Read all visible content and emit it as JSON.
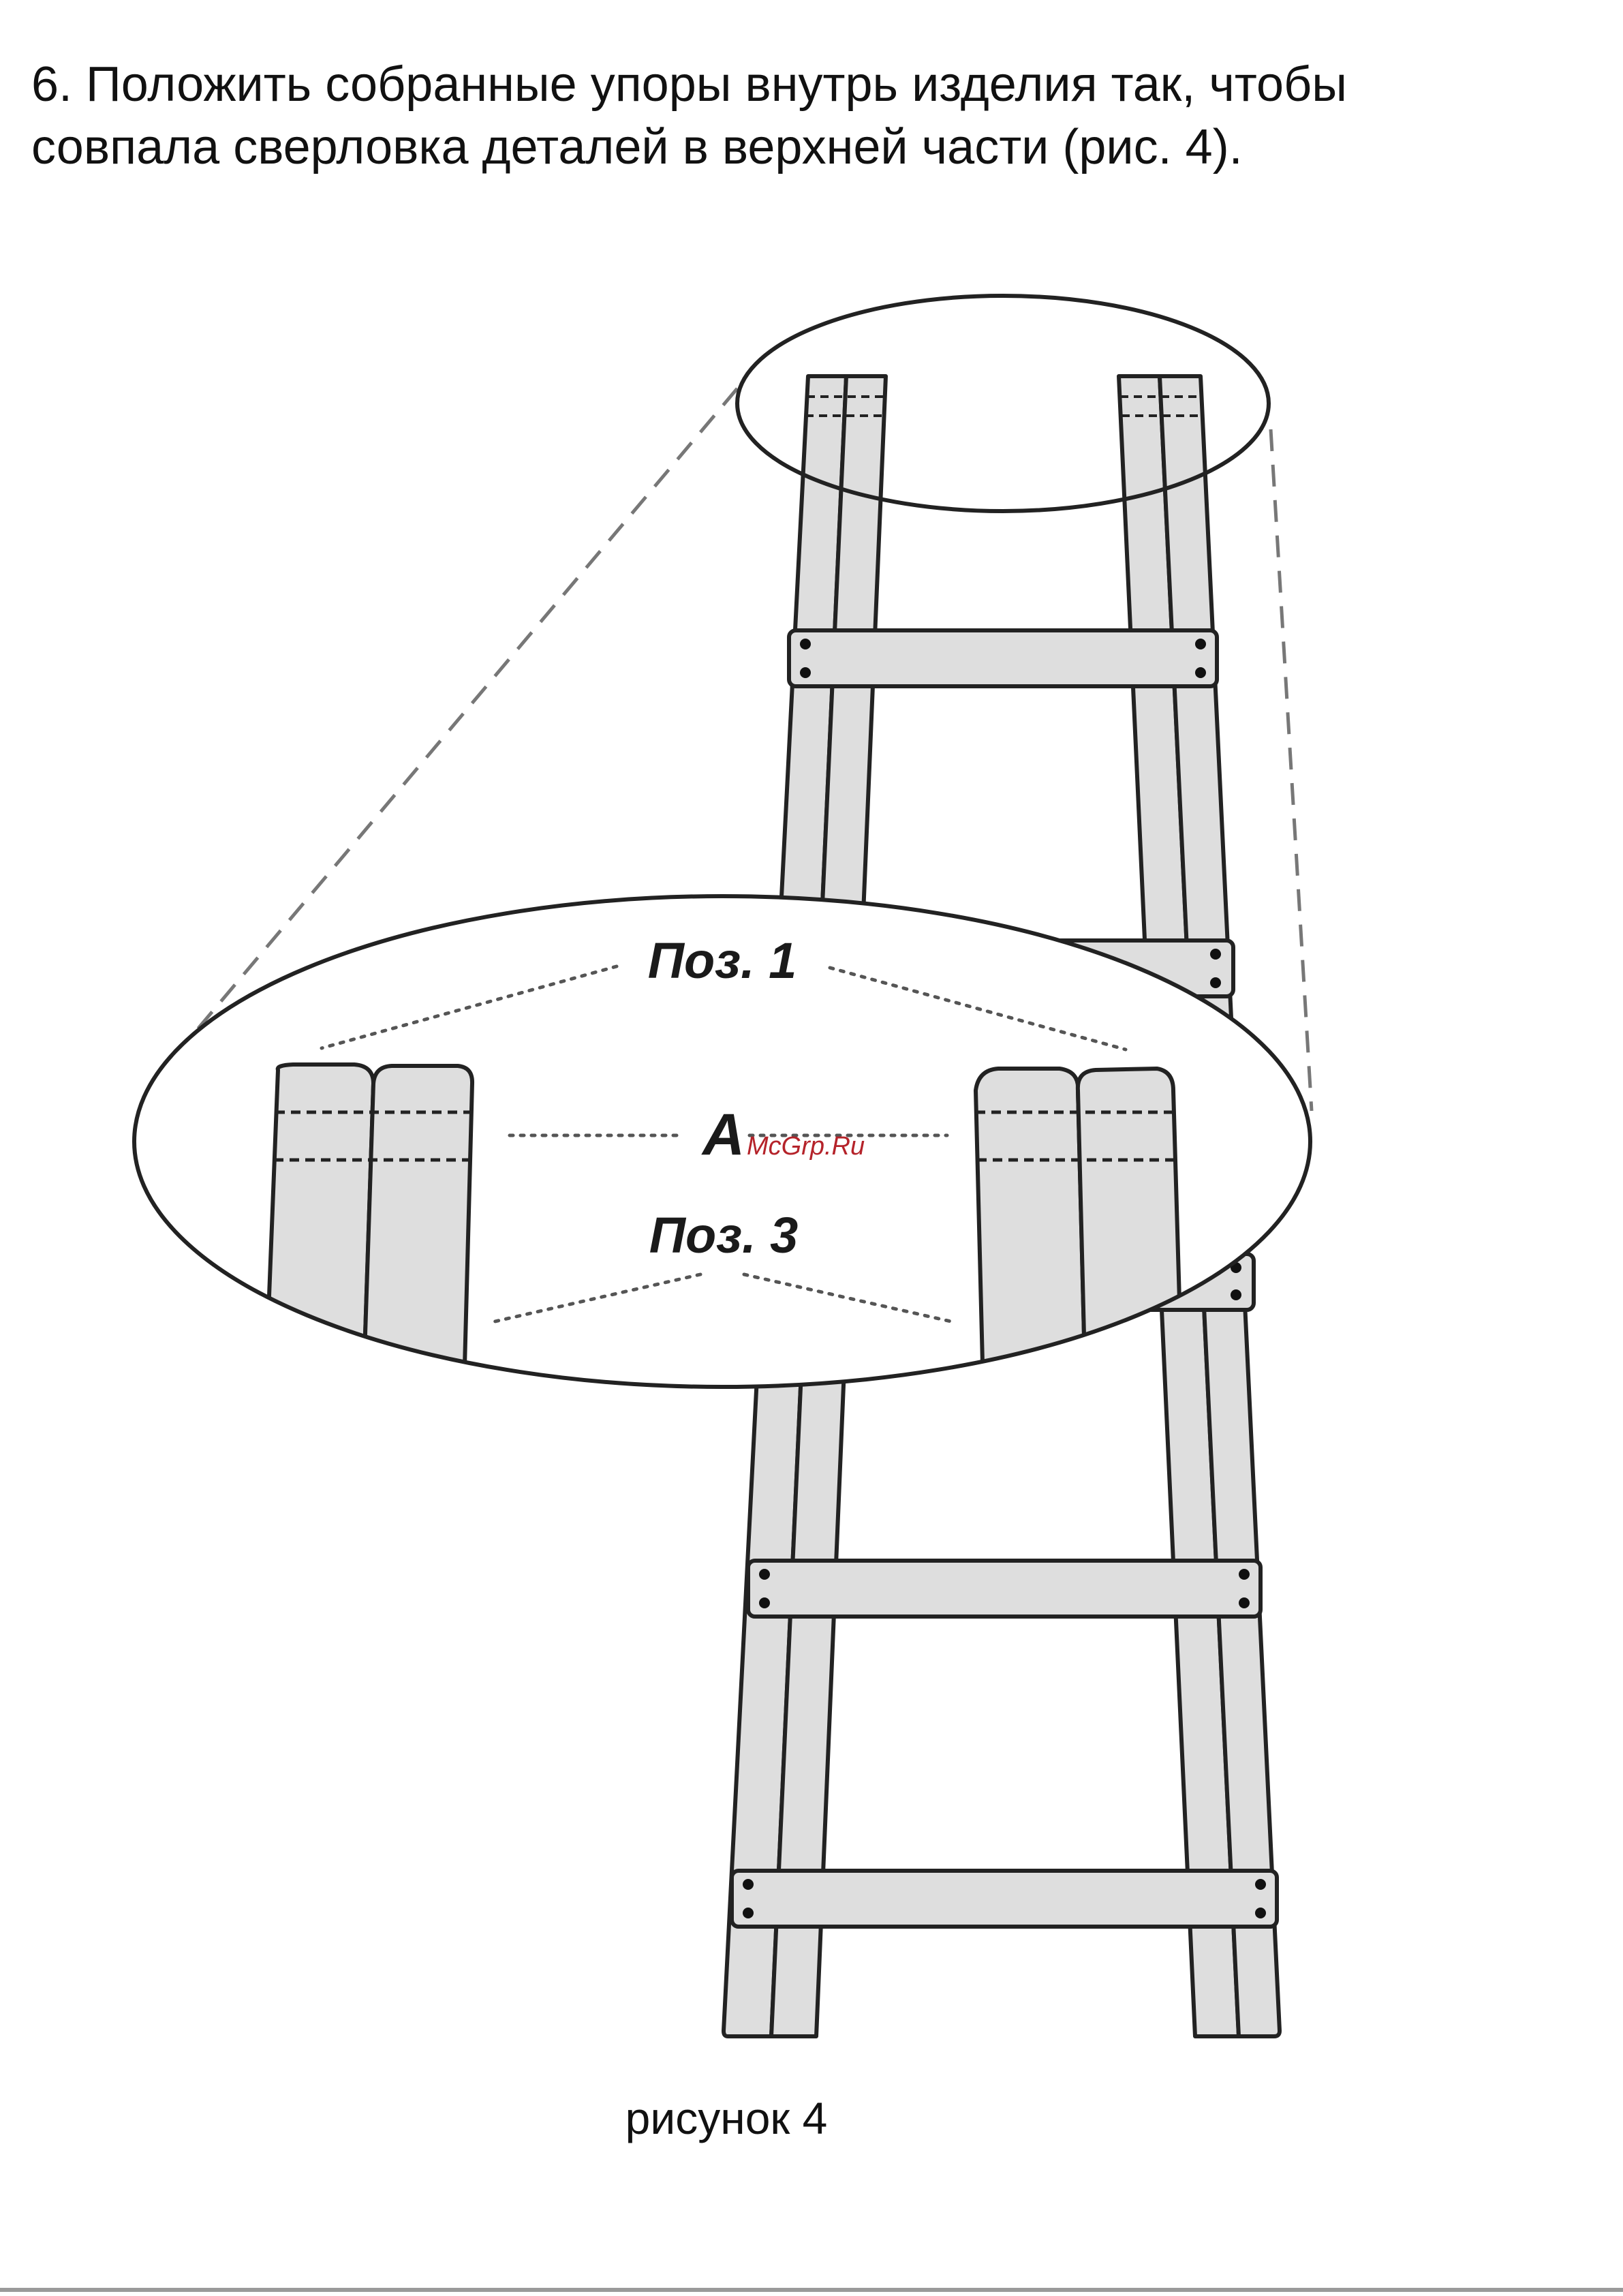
{
  "instruction": {
    "line1": "6. Положить собранные упоры внутрь изделия так, чтобы",
    "line2": "совпала сверловка деталей в верхней части (рис. 4)."
  },
  "figure": {
    "labels": {
      "pos1": "Поз. 1",
      "a": "А",
      "pos3": "Поз. 3"
    },
    "watermark": "McGrp.Ru",
    "caption": "рисунок 4"
  },
  "colors": {
    "part_fill": "#dedede",
    "outline": "#222222",
    "dotted": "#555555",
    "watermark": "#b5232a"
  }
}
